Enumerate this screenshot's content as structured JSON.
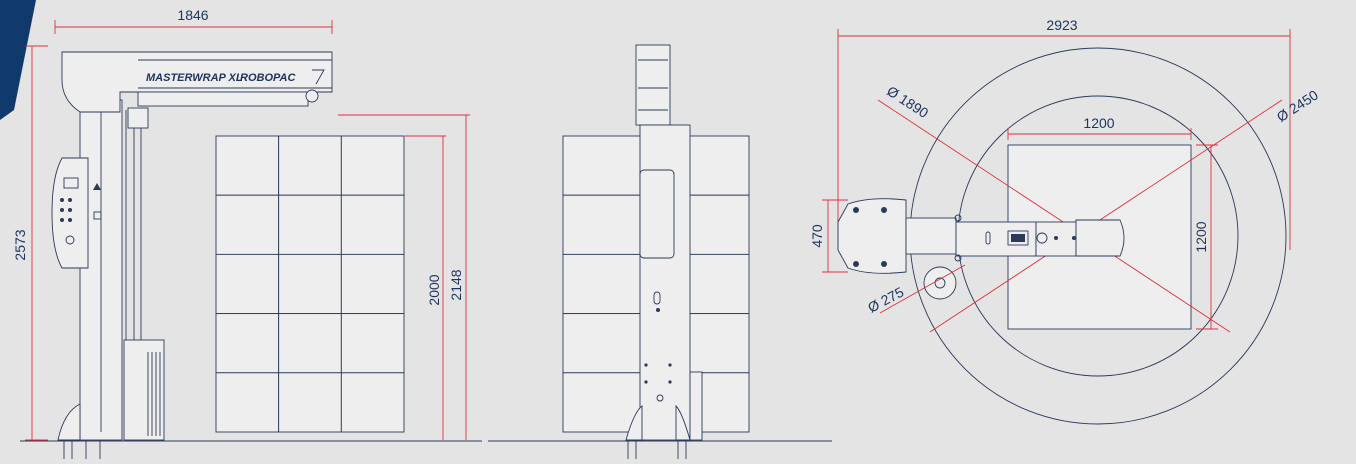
{
  "brand": {
    "model_label": "MASTERWRAP XL",
    "maker_label": "ROBOPAC",
    "accent_color": "#0f3a6b",
    "dimension_line_color": "#e0303a",
    "ink_color": "#2b3a5a"
  },
  "front_view": {
    "width_total": "1846",
    "height_total": "2573",
    "pallet_height_max": "2148",
    "pallet_height": "2000"
  },
  "top_view": {
    "outer_width": "2923",
    "pallet_width": "1200",
    "pallet_depth": "1200",
    "inner_circle_diameter": "Ø 1890",
    "outer_circle_diameter": "Ø 2450",
    "reel_diameter": "Ø 275",
    "base_width": "470"
  }
}
